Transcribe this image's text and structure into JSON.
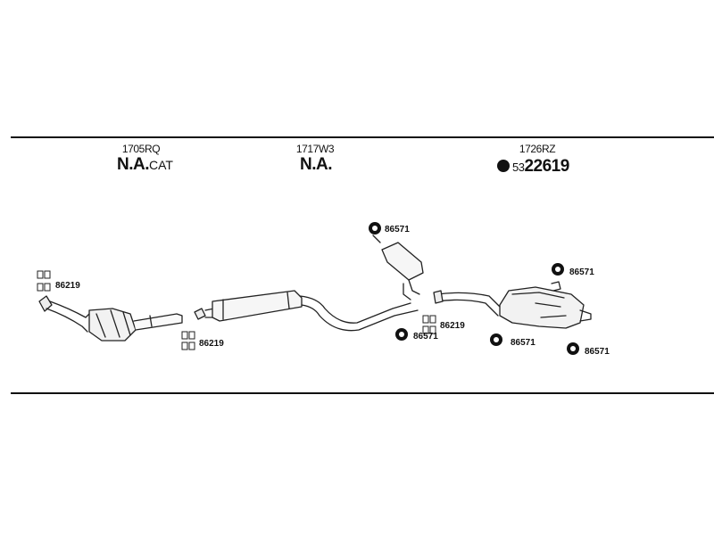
{
  "sections": [
    {
      "part_number": "1705RQ",
      "status": "N.A.",
      "status_suffix": "CAT"
    },
    {
      "part_number": "1717W3",
      "status": "N.A."
    },
    {
      "part_number": "1726RZ",
      "status_prefix": "53",
      "status_code": "22619"
    }
  ],
  "callouts": {
    "clamp_left_top": "86219",
    "clamp_left_bottom": "86219",
    "clamp_mid": "86219",
    "hanger_top": "86571",
    "hanger_mid": "86571",
    "hanger_right_top": "86571",
    "hanger_right_mid": "86571",
    "hanger_right_bottom": "86571"
  }
}
